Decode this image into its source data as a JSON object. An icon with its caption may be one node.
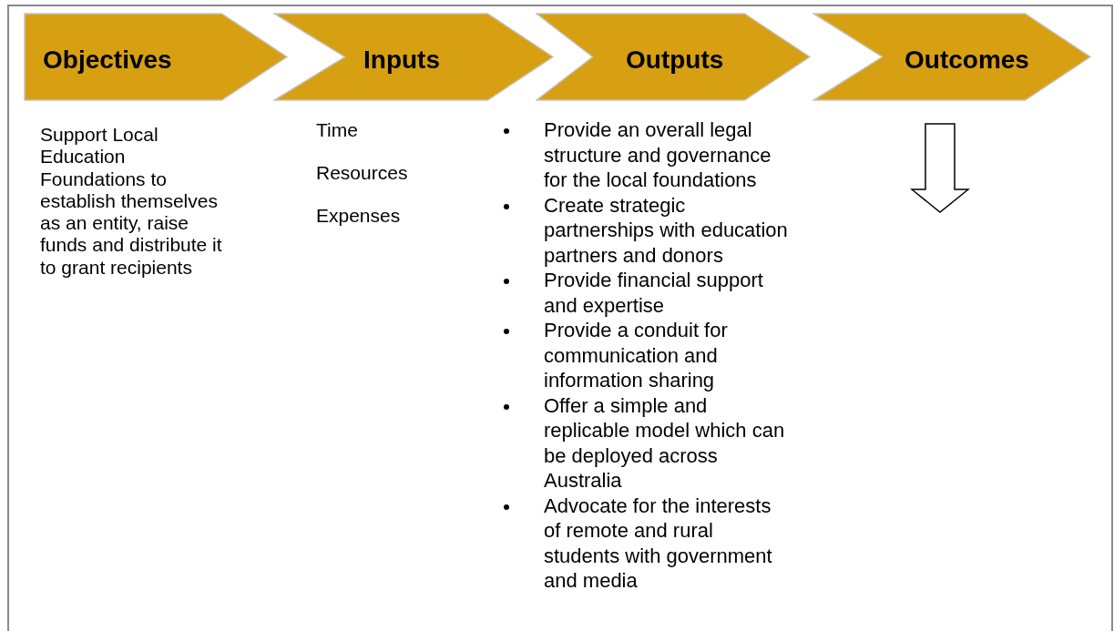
{
  "diagram": {
    "nodes": [
      {
        "text": [
          "Objectives"
        ]
      },
      {
        "text": [
          "Inputs"
        ]
      },
      {
        "text": [
          "Outputs"
        ]
      },
      {
        "text": [
          "Outcomes"
        ]
      }
    ],
    "labels": [
      "Support Local Education Foundations to establish themselves as an entity, raise funds and distribute it to grant recipients",
      "Time",
      "Resources",
      "Expenses",
      "Provide an overall legal structure and governance for the local foundations",
      "Create strategic partnerships with education partners and donors",
      "Provide financial support and expertise",
      "Provide a conduit for communication and information sharing",
      "Offer a simple and replicable model which can be deployed across Australia",
      "Advocate for the interests of remote and rural students with government and media"
    ]
  }
}
